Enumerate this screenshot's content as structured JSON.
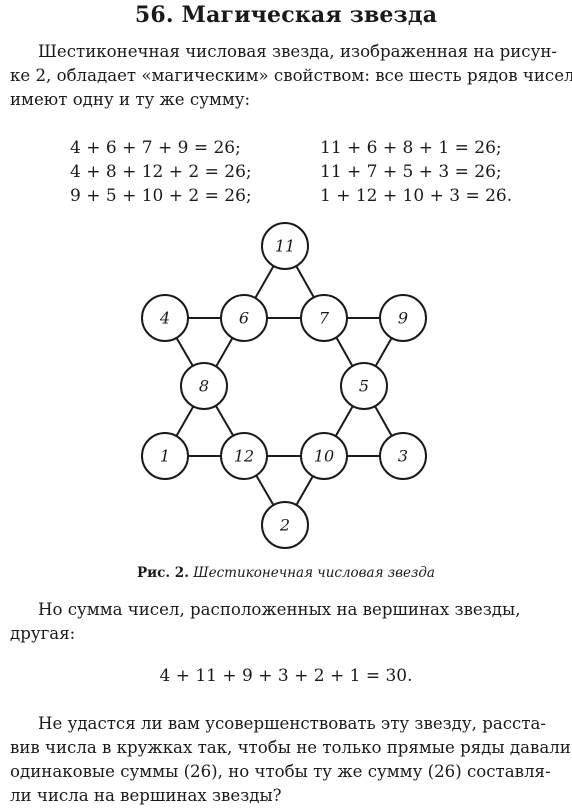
{
  "title": "56. Магическая звезда",
  "intro_lines": [
    "Шестиконечная числовая звезда, изображенная на рисун-",
    "ке 2, обладает «магическим» свойством: все шесть рядов чисел",
    "имеют одну и ту же сумму:"
  ],
  "equations_left": [
    "4 + 6 + 7 + 9 = 26;",
    "4 + 8 + 12 + 2 = 26;",
    "9 + 5 + 10 + 2 = 26;"
  ],
  "equations_right": [
    "11 + 6 + 8 + 1 = 26;",
    "11 + 7 + 5 + 3 = 26;",
    "1 + 12 + 10 + 3 = 26."
  ],
  "star_numbers": {
    "top": "11",
    "upper_left": "4",
    "upper_inner_left": "6",
    "upper_inner_right": "7",
    "upper_right": "9",
    "mid_left": "8",
    "mid_right": "5",
    "lower_left": "1",
    "lower_inner_left": "12",
    "lower_inner_right": "10",
    "lower_right": "3",
    "bottom": "2"
  },
  "caption": {
    "label": "Рис. 2.",
    "text": "Шестиконечная числовая звезда"
  },
  "middle_lines": [
    "Но сумма чисел, расположенных на вершинах звезды,",
    "другая:"
  ],
  "vertex_sum": "4 + 11 + 9 + 3 + 2 + 1 = 30.",
  "question_lines": [
    "Не удастся ли вам усовершенствовать эту звезду, расста-",
    "вив числа в кружках так, чтобы не только прямые ряды давали",
    "одинаковые суммы (26), но чтобы ту же сумму (26) составля-",
    "ли числа на вершинах звезды?"
  ]
}
